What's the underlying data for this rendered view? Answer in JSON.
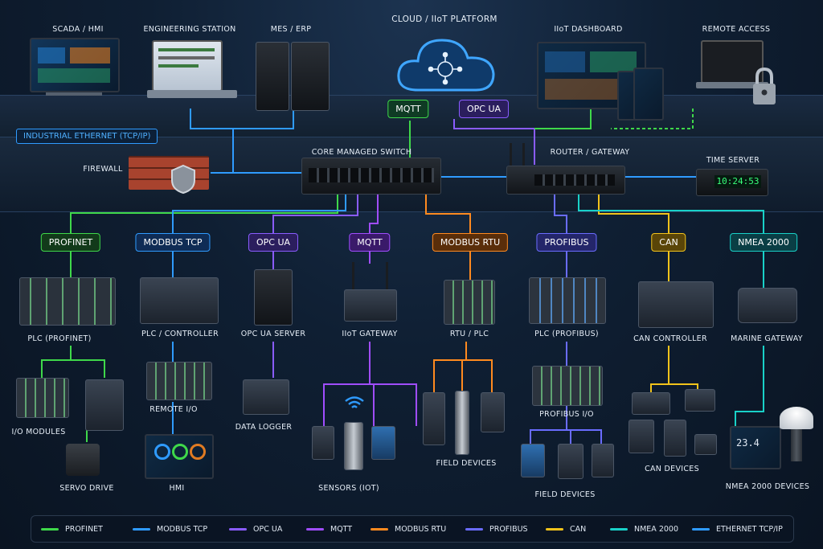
{
  "colors": {
    "profinet": "#3fd84a",
    "modbus_tcp": "#2f9bff",
    "opc_ua": "#8a5cff",
    "mqtt": "#a04dff",
    "modbus_rtu": "#ff8a1f",
    "profibus": "#6a6cff",
    "can": "#f2c31b",
    "nmea": "#19d1c8",
    "ethernet": "#2f9bff"
  },
  "top": {
    "scada": "SCADA / HMI",
    "engineering": "ENGINEERING STATION",
    "mes": "MES / ERP",
    "cloud": "CLOUD / IIoT PLATFORM",
    "cloud_mqtt": "MQTT",
    "cloud_opcua": "OPC UA",
    "iiot_dashboard": "IIoT DASHBOARD",
    "remote_access": "REMOTE ACCESS"
  },
  "backbone": {
    "ethernet_label": "INDUSTRIAL ETHERNET (TCP/IP)",
    "firewall": "FIREWALL",
    "core_switch": "CORE MANAGED SWITCH",
    "router": "ROUTER / GATEWAY",
    "time_server": "TIME SERVER",
    "clock": "10:24:53"
  },
  "columns": [
    {
      "protocol": "PROFINET",
      "device": "PLC (PROFINET)",
      "sub": [
        "I/O MODULES",
        "SERVO DRIVE"
      ]
    },
    {
      "protocol": "MODBUS TCP",
      "device": "PLC / CONTROLLER",
      "sub": [
        "REMOTE I/O",
        "HMI"
      ]
    },
    {
      "protocol": "OPC UA",
      "device": "OPC UA SERVER",
      "sub": [
        "DATA LOGGER"
      ]
    },
    {
      "protocol": "MQTT",
      "device": "IIoT GATEWAY",
      "sub": [
        "SENSORS (IOT)"
      ]
    },
    {
      "protocol": "MODBUS RTU",
      "device": "RTU / PLC",
      "sub": [
        "FIELD DEVICES"
      ]
    },
    {
      "protocol": "PROFIBUS",
      "device": "PLC (PROFIBUS)",
      "sub": [
        "PROFIBUS I/O",
        "FIELD DEVICES"
      ]
    },
    {
      "protocol": "CAN",
      "device": "CAN CONTROLLER",
      "sub": [
        "CAN DEVICES"
      ]
    },
    {
      "protocol": "NMEA 2000",
      "device": "MARINE GATEWAY",
      "sub": [
        "NMEA 2000 DEVICES"
      ]
    }
  ],
  "nmea_display": "23.4",
  "legend": [
    "PROFINET",
    "MODBUS TCP",
    "OPC UA",
    "MQTT",
    "MODBUS RTU",
    "PROFIBUS",
    "CAN",
    "NMEA 2000",
    "ETHERNET TCP/IP"
  ]
}
